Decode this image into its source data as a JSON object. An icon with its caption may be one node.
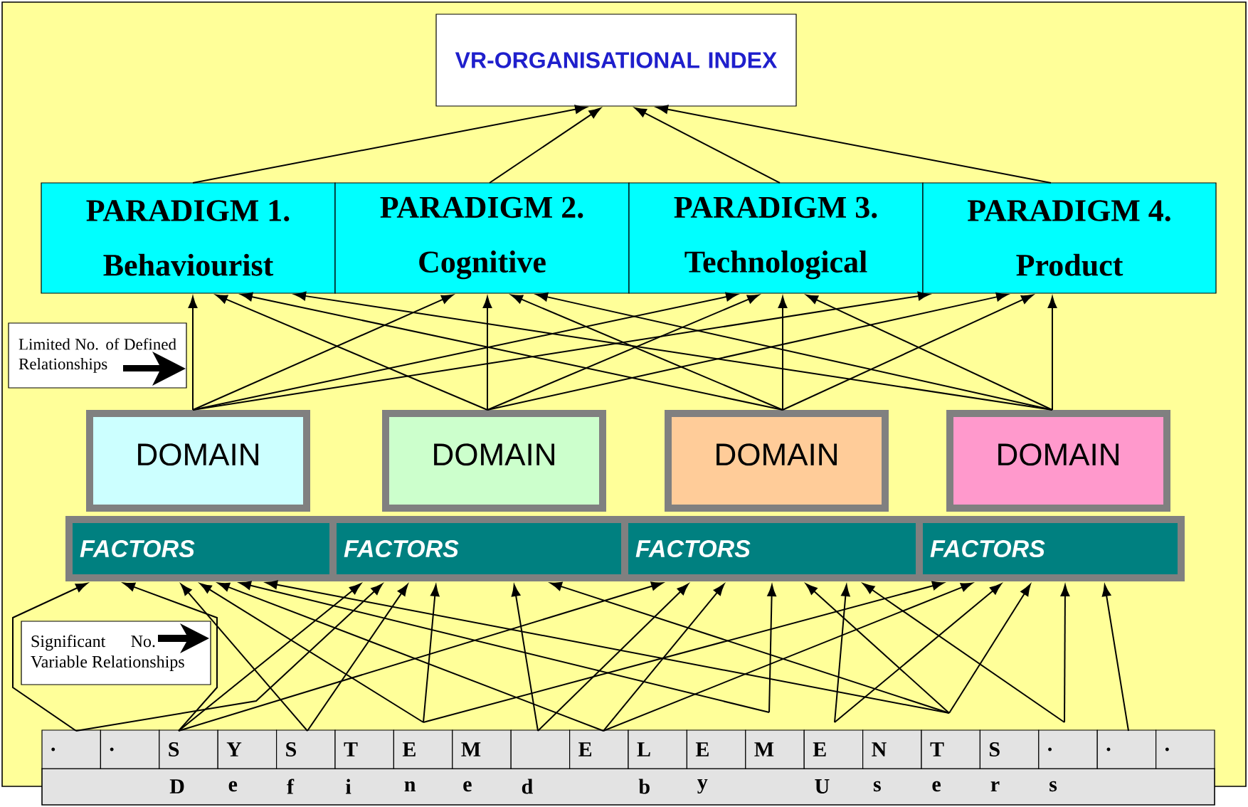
{
  "diagram": {
    "nodes": [
      {
        "text": [
          "VR-ORGANISATIONAL INDEX"
        ]
      },
      {
        "text": [
          "PARADIGM 1.",
          "Behaviourist"
        ]
      },
      {
        "text": [
          "PARADIGM 2.",
          "Cognitive"
        ]
      },
      {
        "text": [
          "PARADIGM 3.",
          "Technological"
        ]
      },
      {
        "text": [
          "PARADIGM 4.",
          "Product"
        ]
      },
      {
        "text": [
          "Limited No. of Defined Relationships"
        ]
      },
      {
        "text": [
          "DOMAIN"
        ]
      },
      {
        "text": [
          "DOMAIN"
        ]
      },
      {
        "text": [
          "DOMAIN"
        ]
      },
      {
        "text": [
          "DOMAIN"
        ]
      },
      {
        "text": [
          "FACTORS"
        ]
      },
      {
        "text": [
          "FACTORS"
        ]
      },
      {
        "text": [
          "FACTORS"
        ]
      },
      {
        "text": [
          "FACTORS"
        ]
      },
      {
        "text": [
          "Significant No. Variable Relationships"
        ]
      },
      {
        "text": [
          "."
        ]
      },
      {
        "text": [
          "."
        ]
      },
      {
        "text": [
          "S"
        ]
      },
      {
        "text": [
          "Y"
        ]
      },
      {
        "text": [
          "S"
        ]
      },
      {
        "text": [
          "T"
        ]
      },
      {
        "text": [
          "E"
        ]
      },
      {
        "text": [
          "M"
        ]
      },
      {
        "text": [],
        "shape": "box"
      },
      {
        "text": [
          "E"
        ]
      },
      {
        "text": [
          "L"
        ]
      },
      {
        "text": [
          "E"
        ]
      },
      {
        "text": [
          "M"
        ]
      },
      {
        "text": [
          "E"
        ]
      },
      {
        "text": [
          "N"
        ]
      },
      {
        "text": [
          "T"
        ]
      },
      {
        "text": [
          "S"
        ]
      },
      {
        "text": [
          "."
        ]
      },
      {
        "text": [
          "."
        ]
      },
      {
        "text": [
          "."
        ]
      }
    ],
    "edges": [
      {
        "from": 1,
        "to": 0,
        "arrow": "to"
      },
      {
        "from": 2,
        "to": 0,
        "arrow": "to"
      },
      {
        "from": 3,
        "to": 0,
        "arrow": "to"
      },
      {
        "from": 4,
        "to": 0,
        "arrow": "to"
      },
      {
        "from": 6,
        "to": 1,
        "arrow": "to"
      },
      {
        "from": 6,
        "to": 2,
        "arrow": "to"
      },
      {
        "from": 6,
        "to": 3,
        "arrow": "to"
      },
      {
        "from": 6,
        "to": 4,
        "arrow": "to"
      },
      {
        "from": 7,
        "to": 1,
        "arrow": "to"
      },
      {
        "from": 7,
        "to": 2,
        "arrow": "to"
      },
      {
        "from": 7,
        "to": 3,
        "arrow": "to"
      },
      {
        "from": 7,
        "to": 4,
        "arrow": "to"
      },
      {
        "from": 8,
        "to": 1,
        "arrow": "to"
      },
      {
        "from": 8,
        "to": 2,
        "arrow": "to"
      },
      {
        "from": 8,
        "to": 3,
        "arrow": "to"
      },
      {
        "from": 8,
        "to": 4,
        "arrow": "to"
      },
      {
        "from": 9,
        "to": 1,
        "arrow": "to"
      },
      {
        "from": 9,
        "to": 2,
        "arrow": "to"
      },
      {
        "from": 9,
        "to": 3,
        "arrow": "to"
      },
      {
        "from": 9,
        "to": 4,
        "arrow": "to"
      },
      {
        "from": 15,
        "to": 10,
        "arrow": "to"
      },
      {
        "from": 15,
        "to": 11,
        "arrow": "to"
      },
      {
        "from": 17,
        "to": 10,
        "arrow": "to"
      },
      {
        "from": 17,
        "to": 11,
        "arrow": "to"
      },
      {
        "from": 17,
        "to": 12,
        "arrow": "to"
      },
      {
        "from": 19,
        "to": 10,
        "arrow": "to"
      },
      {
        "from": 19,
        "to": 11,
        "arrow": "to"
      },
      {
        "from": 21,
        "to": 10,
        "arrow": "to"
      },
      {
        "from": 21,
        "to": 11,
        "arrow": "to"
      },
      {
        "from": 21,
        "to": 13,
        "arrow": "to"
      },
      {
        "from": 23,
        "to": 11,
        "arrow": "to"
      },
      {
        "from": 23,
        "to": 12,
        "arrow": "to"
      },
      {
        "from": 24,
        "to": 10,
        "arrow": "to"
      },
      {
        "from": 24,
        "to": 12,
        "arrow": "to"
      },
      {
        "from": 24,
        "to": 13,
        "arrow": "to"
      },
      {
        "from": 27,
        "to": 10,
        "arrow": "to"
      },
      {
        "from": 27,
        "to": 12,
        "arrow": "to"
      },
      {
        "from": 28,
        "to": 12,
        "arrow": "to"
      },
      {
        "from": 28,
        "to": 13,
        "arrow": "to"
      },
      {
        "from": 30,
        "to": 10,
        "arrow": "to"
      },
      {
        "from": 30,
        "to": 11,
        "arrow": "to"
      },
      {
        "from": 30,
        "to": 12,
        "arrow": "to"
      },
      {
        "from": 30,
        "to": 13,
        "arrow": "to"
      },
      {
        "from": 32,
        "to": 12,
        "arrow": "to"
      },
      {
        "from": 32,
        "to": 13,
        "arrow": "to"
      },
      {
        "from": 33,
        "to": 13,
        "arrow": "to"
      }
    ],
    "labels": [
      "D",
      "e",
      "f",
      "i",
      "n",
      "e",
      "d",
      "b",
      "y",
      "U",
      "s",
      "e",
      "r",
      "s"
    ]
  }
}
